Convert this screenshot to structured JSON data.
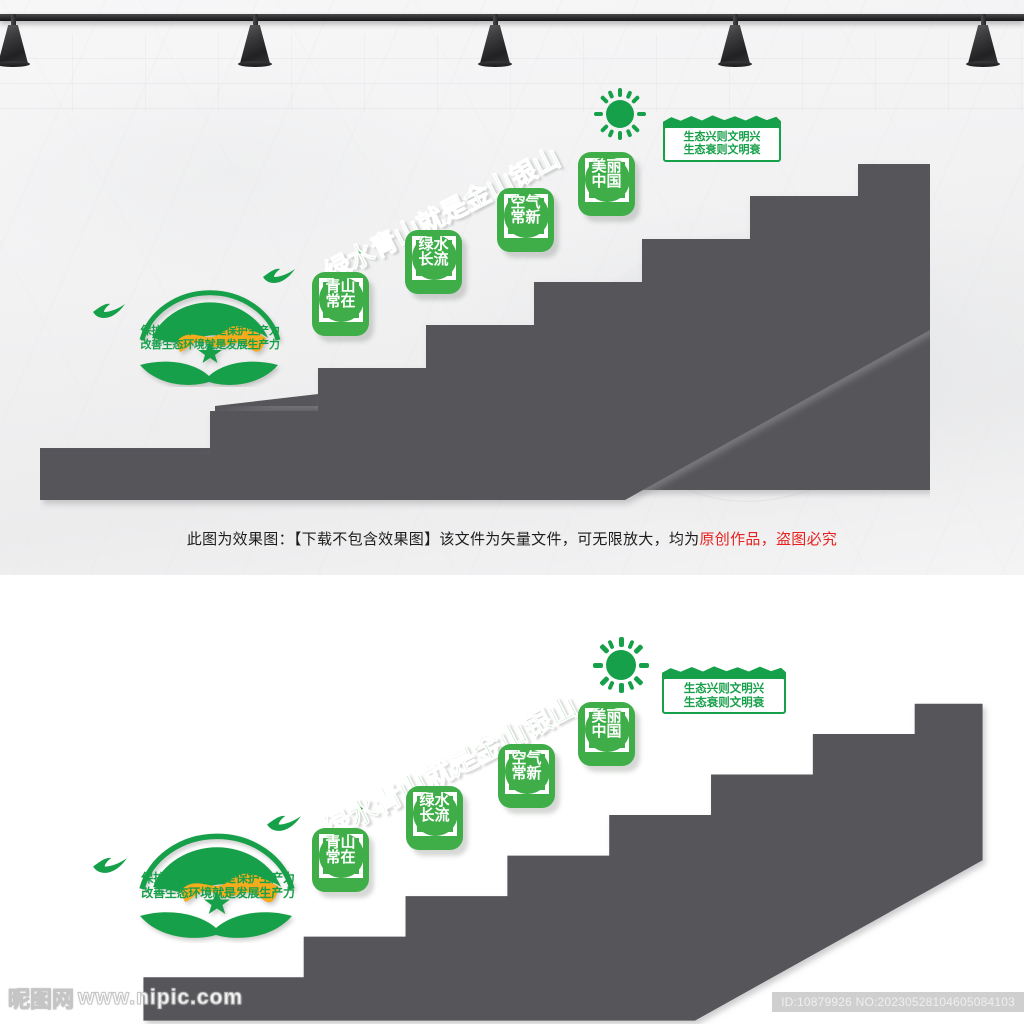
{
  "document": {
    "type": "stair-wall-culture-design",
    "caption_prefix": "此图为效果图：【下载不包含效果图】该文件为矢量文件，可无限放大，均为",
    "caption_highlight": "原创作品，盗图必究"
  },
  "artwork": {
    "slogan": "绿水青山就是金山银山",
    "badges": [
      {
        "line1": "青山",
        "line2": "常在"
      },
      {
        "line1": "绿水",
        "line2": "长流"
      },
      {
        "line1": "空气",
        "line2": "常新"
      },
      {
        "line1": "美丽",
        "line2": "中国"
      }
    ],
    "mountain_banner": {
      "line1": "生态兴则文明兴",
      "line2": "生态衰则文明衰"
    },
    "emblem": {
      "line1": "保护生态环境就是保护生产力",
      "line2": "改善生态环境就是发展生产力"
    },
    "icons": {
      "sun": "sun-icon",
      "birds": "seagull-icon",
      "book": "open-book-icon",
      "star": "star-icon",
      "arch": "rainbow-arch-icon"
    }
  },
  "colors": {
    "badge_green": "#3fae49",
    "deep_green": "#17a04a",
    "accent_orange": "#f5ab1c",
    "stair_gray": "#57555a",
    "caption_red": "#e8201e",
    "wall": "#f2f2f3"
  },
  "watermark": {
    "site_cn": "昵图网",
    "site_url": "www.nipic.com",
    "id_text": "ID:10879926 NO:20230528104605084103"
  },
  "scene": {
    "lighting": "track-light-fixtures",
    "lamp_count": 5,
    "wall": "white-plaster-wall"
  }
}
